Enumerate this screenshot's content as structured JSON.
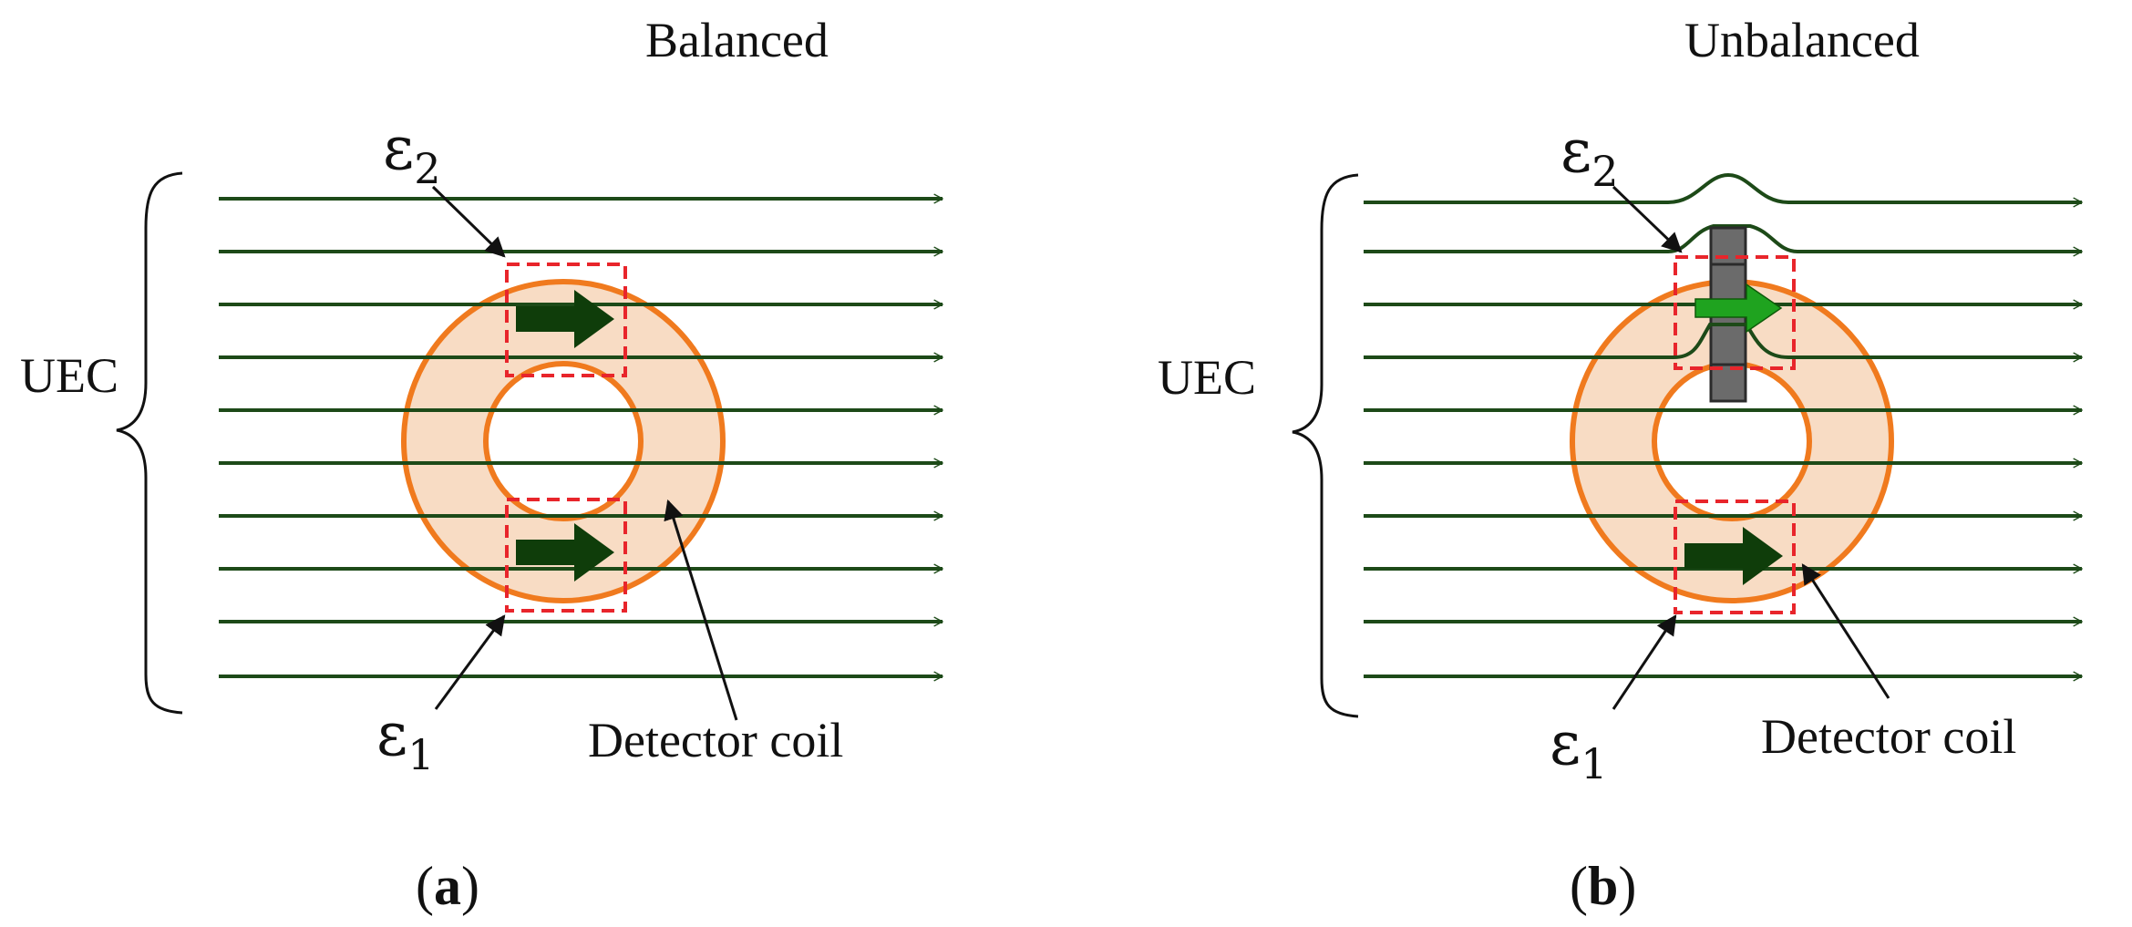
{
  "panels": [
    {
      "title": "Balanced",
      "source_label": "UEC",
      "coil_label": "Detector coil",
      "emf_top": {
        "symbol": "ε",
        "sub": "2"
      },
      "emf_bottom": {
        "symbol": "ε",
        "sub": "1"
      },
      "caption_open": "(",
      "caption_letter": "a",
      "caption_close": ")"
    },
    {
      "title": "Unbalanced",
      "source_label": "UEC",
      "coil_label": "Detector coil",
      "emf_top": {
        "symbol": "ε",
        "sub": "2"
      },
      "emf_bottom": {
        "symbol": "ε",
        "sub": "1"
      },
      "caption_open": "(",
      "caption_letter": "b",
      "caption_close": ")"
    }
  ],
  "colors": {
    "field_line": "#1d4a18",
    "coil_ring": "#f07a1e",
    "coil_fill": "#f8dcc4",
    "box_dash": "#e8252b",
    "arrow_strong": "#0f3d0a",
    "arrow_weak": "#1fa31f",
    "defect": "#6b6b6b",
    "pointer": "#111111"
  }
}
